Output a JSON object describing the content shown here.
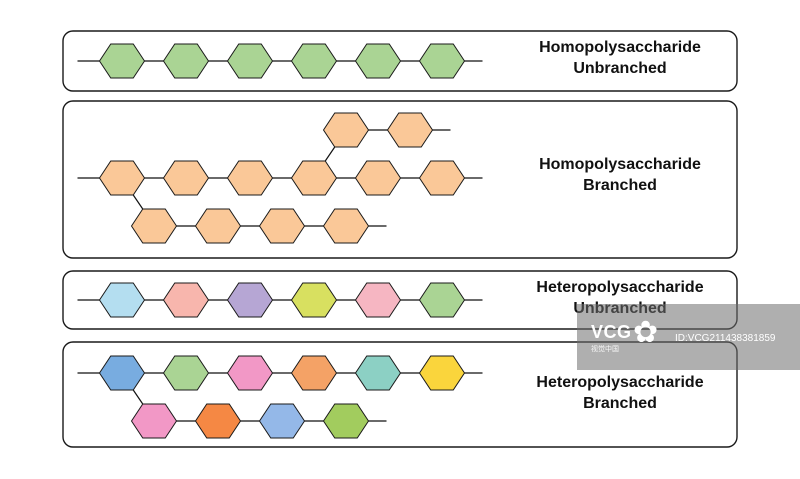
{
  "panels": [
    {
      "id": "homo-unbranched",
      "label_line1": "Homopolysaccharide",
      "label_line2": "Unbranched",
      "main_chain": [
        "#aad494",
        "#aad494",
        "#aad494",
        "#aad494",
        "#aad494",
        "#aad494"
      ],
      "branches": []
    },
    {
      "id": "homo-branched",
      "label_line1": "Homopolysaccharide",
      "label_line2": "Branched",
      "main_chain": [
        "#fac898",
        "#fac898",
        "#fac898",
        "#fac898",
        "#fac898",
        "#fac898"
      ],
      "branches": [
        {
          "from_unit": 4,
          "direction": "up",
          "colors": [
            "#fac898",
            "#fac898"
          ]
        },
        {
          "from_unit": 1,
          "direction": "down",
          "colors": [
            "#fac898",
            "#fac898",
            "#fac898",
            "#fac898"
          ]
        }
      ]
    },
    {
      "id": "hetero-unbranched",
      "label_line1": "Heteropolysaccharide",
      "label_line2": "Unbranched",
      "main_chain": [
        "#b4def0",
        "#f8b6ad",
        "#b6a6d4",
        "#d8e060",
        "#f6b6c2",
        "#aad494"
      ],
      "branches": []
    },
    {
      "id": "hetero-branched",
      "label_line1": "Heteropolysaccharide",
      "label_line2": "Branched",
      "main_chain": [
        "#78ace0",
        "#aad494",
        "#f298c6",
        "#f4a266",
        "#8cd0c4",
        "#fad53c"
      ],
      "branches": [
        {
          "from_unit": 1,
          "direction": "down",
          "colors": [
            "#f298c6",
            "#f58844",
            "#94b8e8",
            "#a2cc5e"
          ]
        }
      ]
    }
  ],
  "watermark": {
    "logo": "VCG",
    "subtitle": "视觉中国",
    "flower": "✿",
    "id_text": "ID:VCG211438381859"
  }
}
